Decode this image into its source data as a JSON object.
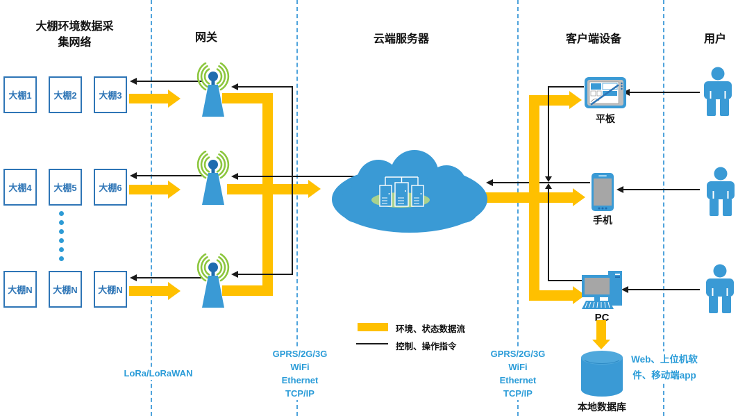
{
  "headers": {
    "collection_network_line1": "大棚环境数据采",
    "collection_network_line2": "集网络",
    "gateway": "网关",
    "cloud_server": "云端服务器",
    "client_devices": "客户端设备",
    "users": "用户"
  },
  "greenhouses": {
    "row1": [
      "大棚1",
      "大棚2",
      "大棚3"
    ],
    "row2": [
      "大棚4",
      "大棚5",
      "大棚6"
    ],
    "row3": [
      "大棚N",
      "大棚N",
      "大棚N"
    ]
  },
  "devices": {
    "tablet": "平板",
    "phone": "手机",
    "pc": "PC",
    "local_database": "本地数据库"
  },
  "legend": {
    "yellow": "环境、状态数据流",
    "black": "控制、操作指令"
  },
  "protocols": {
    "lora": "LoRa/LoRaWAN",
    "gateway_cloud": [
      "GPRS/2G/3G",
      "WiFi",
      "Ethernet",
      "TCP/IP"
    ],
    "cloud_client": [
      "GPRS/2G/3G",
      "WiFi",
      "Ethernet",
      "TCP/IP"
    ],
    "client_user": [
      "Web、上位机软",
      "件、移动端app"
    ]
  },
  "colors": {
    "data_flow_yellow": "#FFC000",
    "control_black": "#1A1A1A",
    "icon_blue": "#3A9AD5",
    "icon_dark_blue": "#1F6CAF",
    "box_blue": "#2E75B6",
    "divider_blue": "#4FA3DC",
    "protocol_text_blue": "#2B9CD8",
    "wifi_arc_green": "#8CC63E",
    "cloud_platform_green": "#A9D18E",
    "screen_gray": "#A6A6A6"
  }
}
